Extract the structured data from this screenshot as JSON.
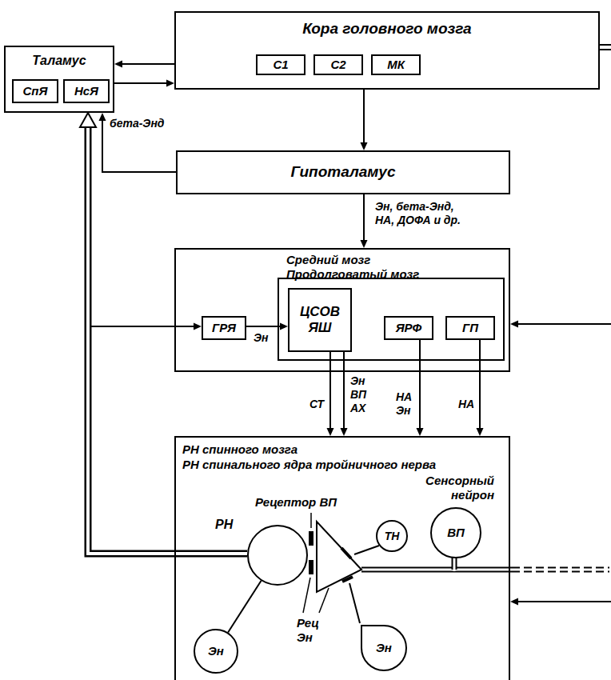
{
  "diagram": {
    "nodes": [
      {
        "text": [
          "Кора головного мозга"
        ]
      },
      {
        "text": [
          "С1"
        ],
        "in": 0
      },
      {
        "text": [
          "С2"
        ],
        "in": 0
      },
      {
        "text": [
          "МК"
        ],
        "in": 0
      },
      {
        "text": [
          "Таламус"
        ]
      },
      {
        "text": [
          "СпЯ"
        ],
        "in": 4
      },
      {
        "text": [
          "НсЯ"
        ],
        "in": 4
      },
      {
        "text": [
          "Гипоталамус"
        ]
      },
      {
        "text": [
          "Средний мозг Продолговатый мозг"
        ]
      },
      {
        "text": [
          "ГРЯ"
        ],
        "in": 8
      },
      {
        "text": [
          "ЦСОВ",
          "ЯШ"
        ],
        "in": 8
      },
      {
        "text": [
          "ЯРФ"
        ],
        "in": 8
      },
      {
        "text": [
          "ГП"
        ],
        "in": 8
      },
      {
        "text": [
          "РН спинного мозга",
          "РН спинального ядра тройничного нерва"
        ]
      },
      {
        "text": [
          "Сенсорный нейрон",
          "ВП"
        ],
        "in": 13
      },
      {
        "text": [
          "ТН"
        ],
        "in": 13
      },
      {
        "text": [
          "РН"
        ],
        "in": 13
      },
      {
        "text": [
          "Эн"
        ],
        "in": 13
      },
      {
        "text": [
          "Эн"
        ],
        "in": 13
      }
    ],
    "edges": [
      {
        "from": 0,
        "to": 4,
        "arrow": "to"
      },
      {
        "from": 4,
        "to": 0,
        "arrow": "to"
      },
      {
        "from": 0,
        "to": 7,
        "arrow": "to"
      },
      {
        "from": 7,
        "to": 4,
        "label": "бета-Энд",
        "arrow": "to"
      },
      {
        "from": 7,
        "to": 8,
        "label": "Эн, бета-Энд, НА, ДОФА и др.",
        "arrow": "to"
      },
      {
        "from": 9,
        "to": 10,
        "label": "Эн",
        "arrow": "to"
      },
      {
        "from": 10,
        "to": 13,
        "label": "СТ",
        "arrow": "to"
      },
      {
        "from": 10,
        "to": 13,
        "label": "Эн ВП АХ",
        "arrow": "to"
      },
      {
        "from": 11,
        "to": 13,
        "label": "НА Эн",
        "arrow": "to"
      },
      {
        "from": 12,
        "to": 13,
        "label": "НА",
        "arrow": "to"
      },
      {
        "from": 16,
        "to": 4,
        "arrow": "to"
      },
      {
        "from": 16,
        "to": 9,
        "arrow": "to"
      },
      {
        "from": 17,
        "to": 16,
        "arrow": "none"
      }
    ],
    "labels": [
      "Рецептор ВП",
      "Рец Эн"
    ]
  }
}
